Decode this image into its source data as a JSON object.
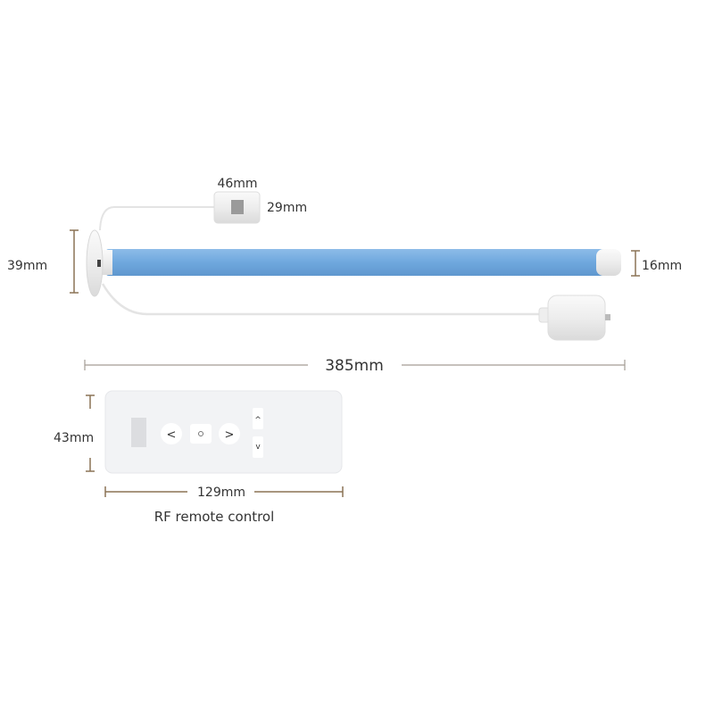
{
  "motor": {
    "tube_color": "#6FA8DE",
    "height_label": "39mm",
    "diameter_label": "16mm",
    "length_label": "385mm"
  },
  "hub": {
    "width_label": "46mm",
    "height_label": "29mm"
  },
  "remote": {
    "height_label": "43mm",
    "width_label": "129mm",
    "caption": "RF remote control",
    "buttons": [
      "left",
      "stop",
      "right",
      "up",
      "down"
    ]
  },
  "dimension_line_color": "#8B7355"
}
